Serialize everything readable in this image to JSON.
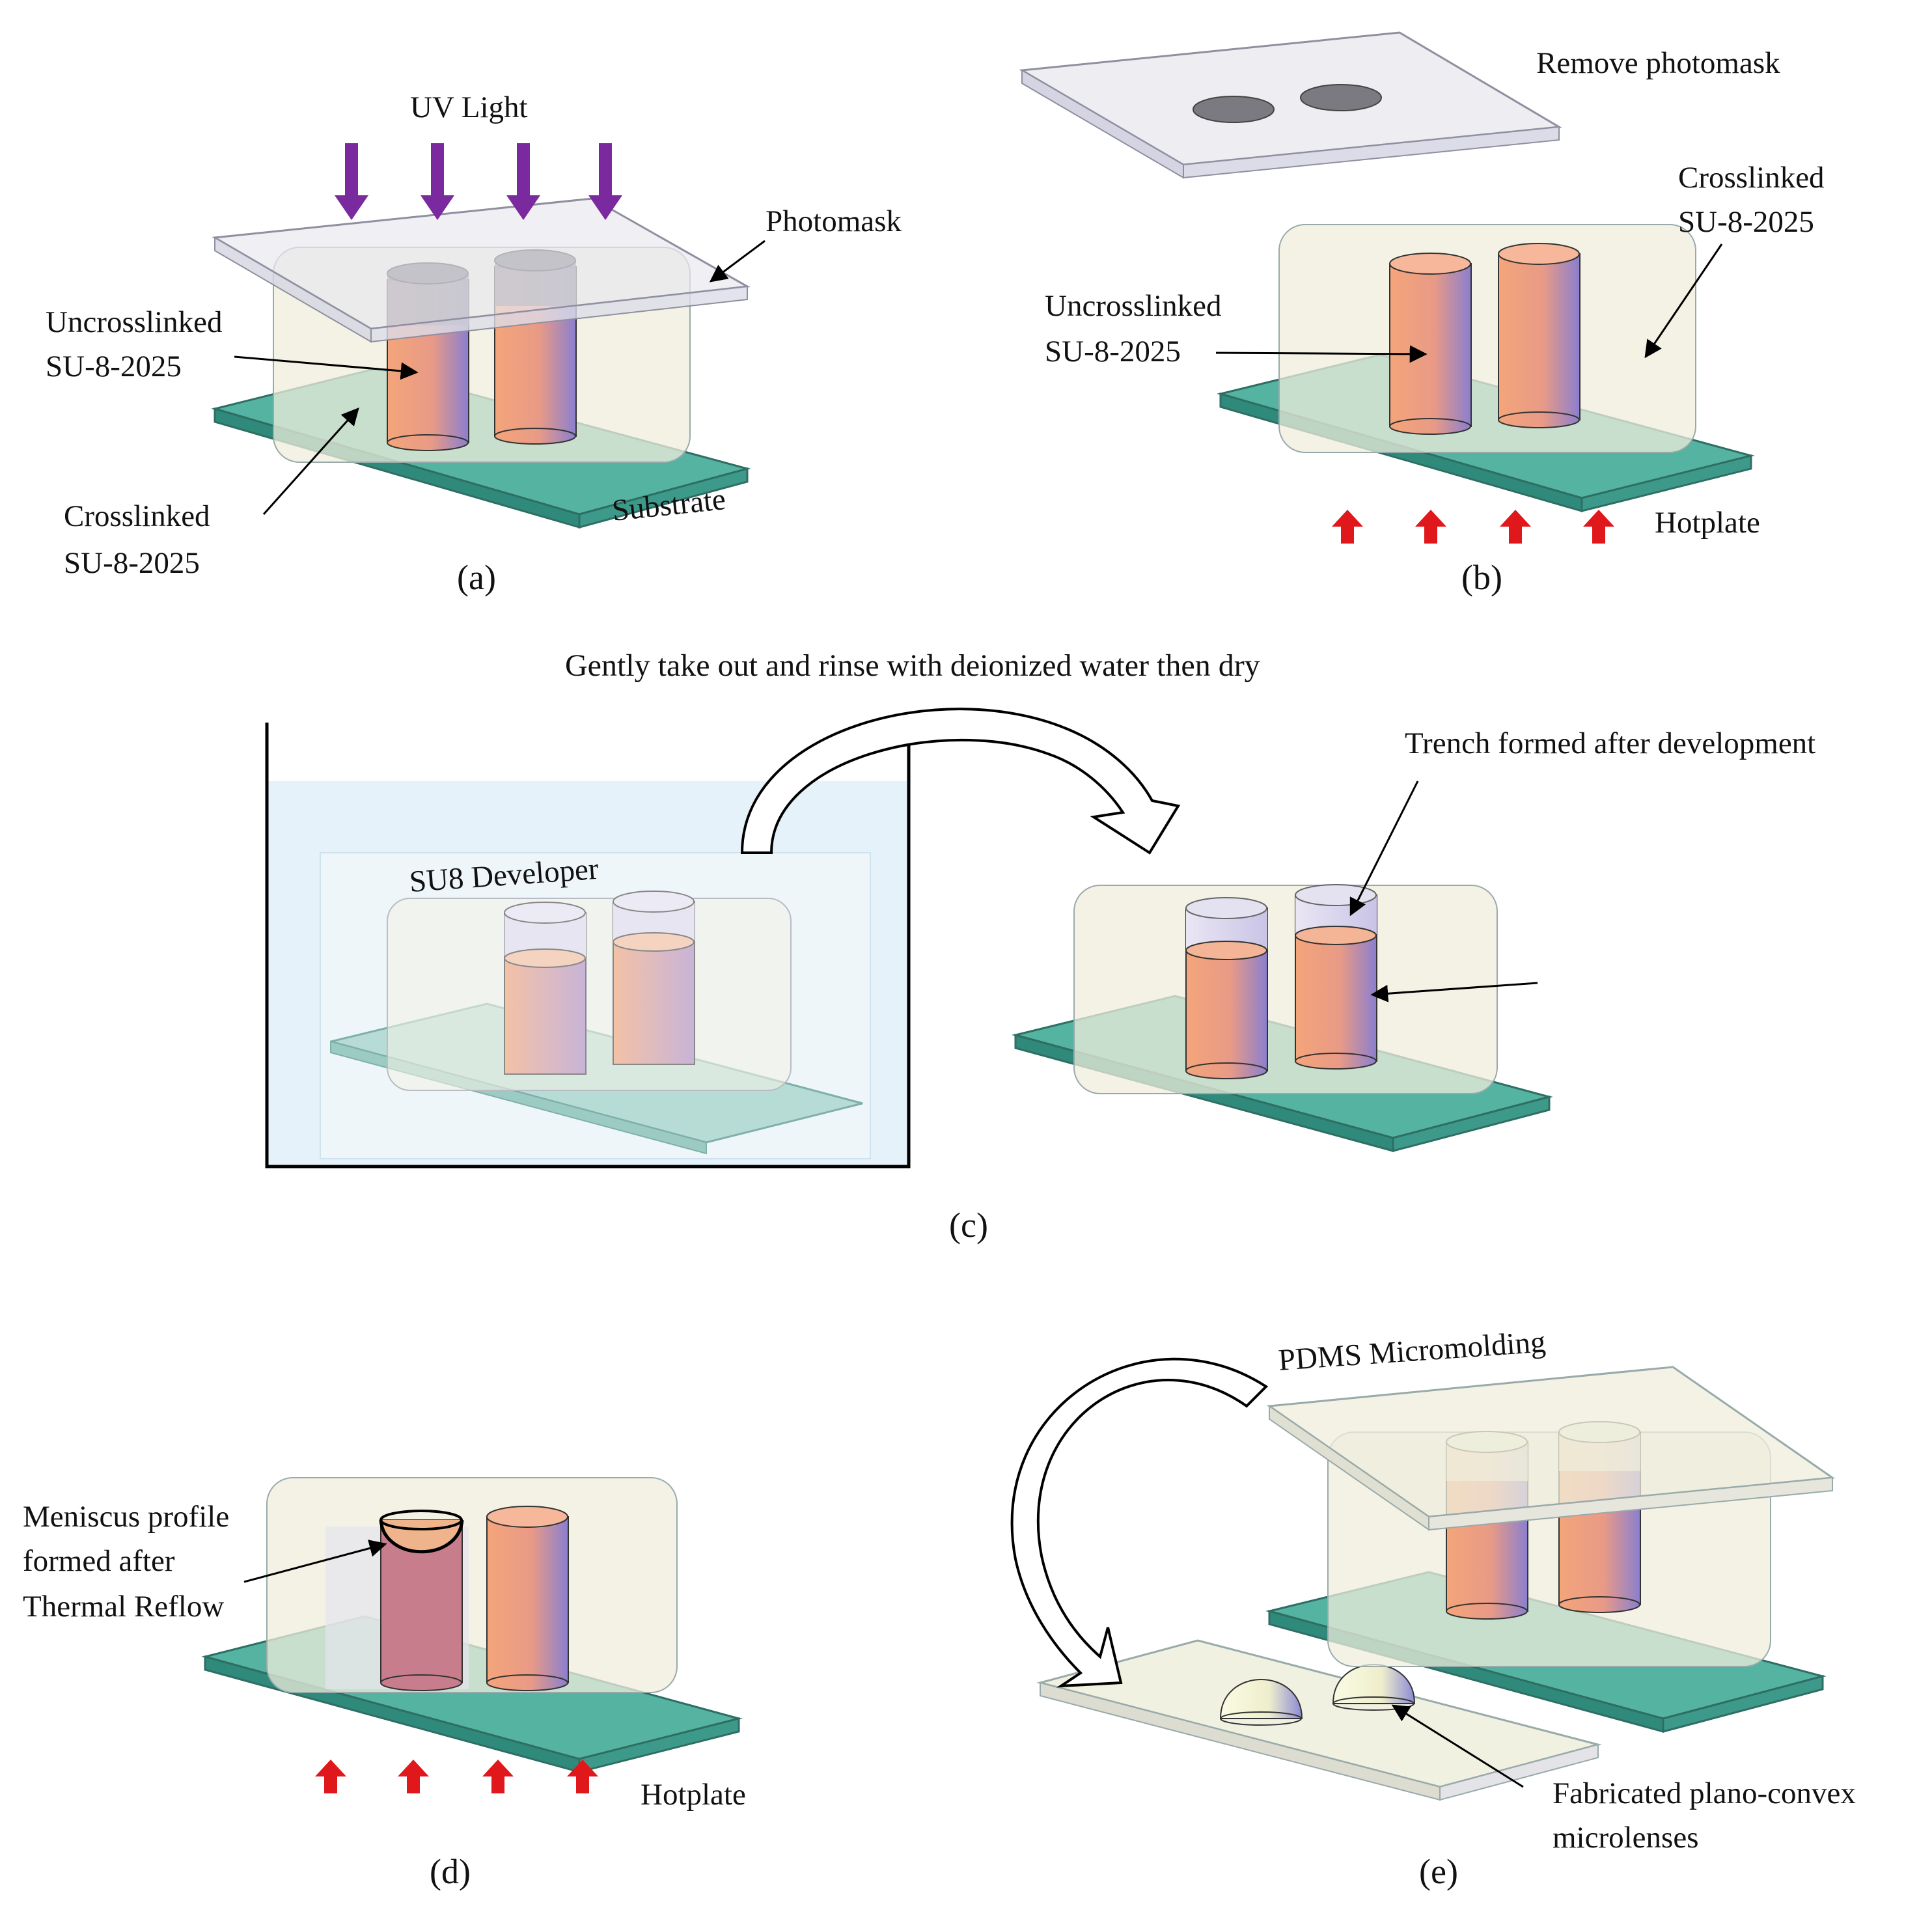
{
  "panels": {
    "a": {
      "caption": "(a)",
      "uv_light": "UV Light",
      "photomask": "Photomask",
      "uncrosslinked": [
        "Uncrosslinked",
        "SU-8-2025"
      ],
      "crosslinked": [
        "Crosslinked",
        "SU-8-2025"
      ],
      "substrate": "Substrate"
    },
    "b": {
      "caption": "(b)",
      "remove_photomask": "Remove photomask",
      "crosslinked": [
        "Crosslinked",
        "SU-8-2025"
      ],
      "uncrosslinked": [
        "Uncrosslinked",
        "SU-8-2025"
      ],
      "hotplate": "Hotplate"
    },
    "c": {
      "caption": "(c)",
      "rinse": "Gently take out and rinse with deionized water then dry",
      "developer": "SU8 Developer",
      "trench": "Trench formed after development"
    },
    "d": {
      "caption": "(d)",
      "meniscus": [
        "Meniscus profile",
        "formed after",
        "Thermal Reflow"
      ],
      "hotplate": "Hotplate"
    },
    "e": {
      "caption": "(e)",
      "pdms": "PDMS Micromolding",
      "microlenses": [
        "Fabricated plano-convex",
        "microlenses"
      ]
    }
  },
  "colors": {
    "substrate": "#3f9e8f",
    "uv_arrow": "#7a2a9e",
    "heat_arrow": "#e0181c",
    "resist_glass": "#eeeedb",
    "developer_bath": "#e6f2f9"
  }
}
